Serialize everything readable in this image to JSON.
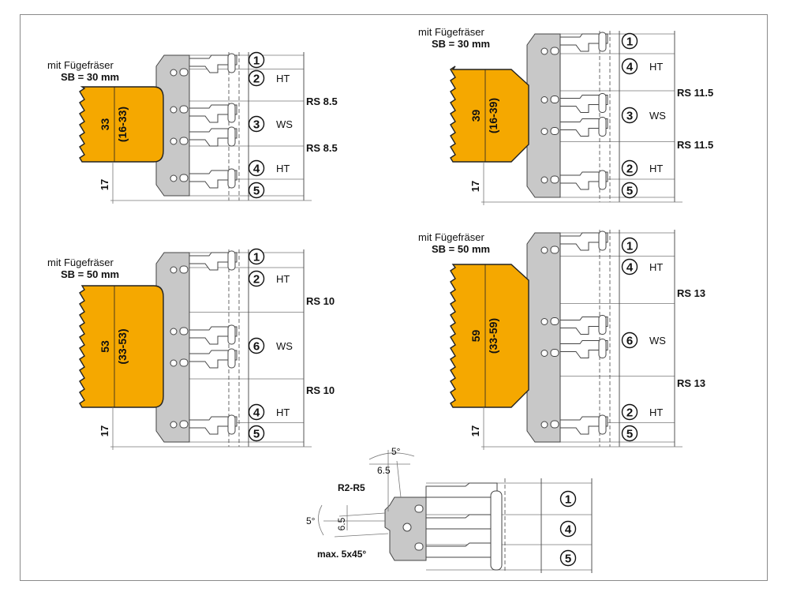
{
  "panels": [
    {
      "note_line1": "mit Fügefräser",
      "note_line2": "SB = 30 mm",
      "dim_main": "33",
      "dim_range": "(16-33)",
      "dim_bottom": "17",
      "rows": [
        {
          "num": "1",
          "label": ""
        },
        {
          "num": "2",
          "label": "HT"
        },
        {
          "num": "3",
          "label": "WS"
        },
        {
          "num": "4",
          "label": "HT"
        },
        {
          "num": "5",
          "label": ""
        }
      ],
      "rs": [
        "RS 8.5",
        "RS 8.5"
      ]
    },
    {
      "note_line1": "mit Fügefräser",
      "note_line2": "SB = 30 mm",
      "dim_main": "39",
      "dim_range": "(16-39)",
      "dim_bottom": "17",
      "rows": [
        {
          "num": "1",
          "label": ""
        },
        {
          "num": "4",
          "label": "HT"
        },
        {
          "num": "3",
          "label": "WS"
        },
        {
          "num": "2",
          "label": "HT"
        },
        {
          "num": "5",
          "label": ""
        }
      ],
      "rs": [
        "RS 11.5",
        "RS 11.5"
      ]
    },
    {
      "note_line1": "mit Fügefräser",
      "note_line2": "SB = 50 mm",
      "dim_main": "53",
      "dim_range": "(33-53)",
      "dim_bottom": "17",
      "rows": [
        {
          "num": "1",
          "label": ""
        },
        {
          "num": "2",
          "label": "HT"
        },
        {
          "num": "6",
          "label": "WS"
        },
        {
          "num": "4",
          "label": "HT"
        },
        {
          "num": "5",
          "label": ""
        }
      ],
      "rs": [
        "RS 10",
        "RS 10"
      ]
    },
    {
      "note_line1": "mit Fügefräser",
      "note_line2": "SB = 50 mm",
      "dim_main": "59",
      "dim_range": "(33-59)",
      "dim_bottom": "17",
      "rows": [
        {
          "num": "1",
          "label": ""
        },
        {
          "num": "4",
          "label": "HT"
        },
        {
          "num": "6",
          "label": "WS"
        },
        {
          "num": "2",
          "label": "HT"
        },
        {
          "num": "5",
          "label": ""
        }
      ],
      "rs": [
        "RS 13",
        "RS 13"
      ]
    }
  ],
  "detail": {
    "angle_top": "5°",
    "dim_top": "6.5",
    "radius": "R2-R5",
    "dim_side": "6.5",
    "angle_left": "5°",
    "chamfer": "max. 5x45°",
    "rows": [
      "1",
      "4",
      "5"
    ]
  }
}
